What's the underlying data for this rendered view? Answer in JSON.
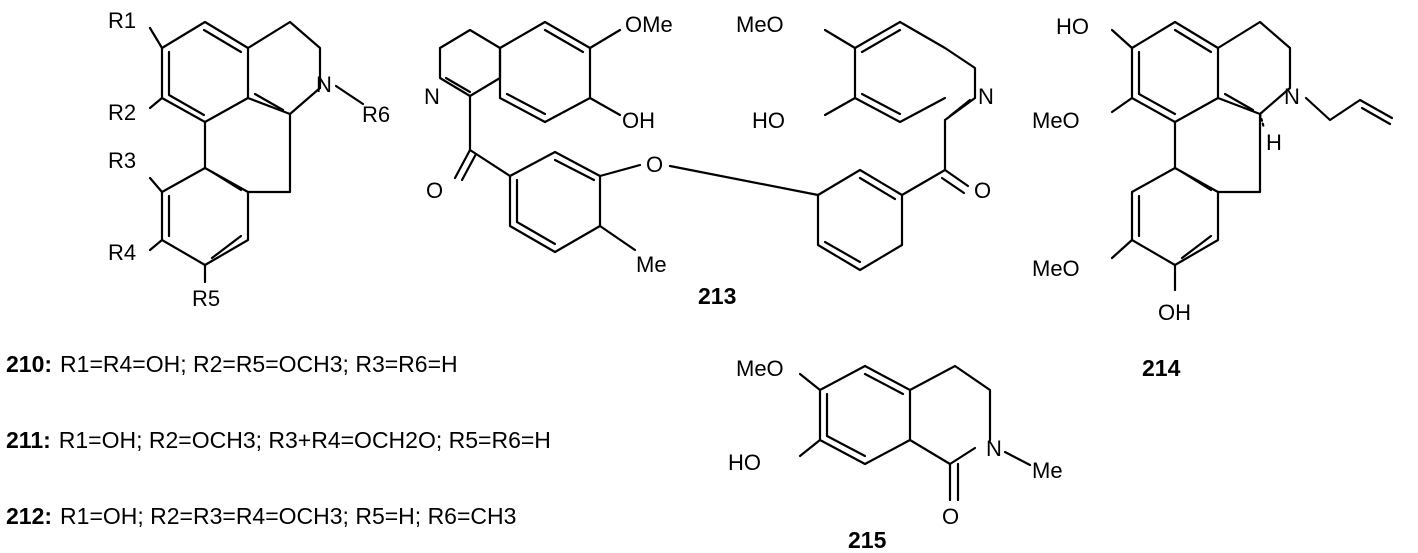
{
  "compounds": {
    "c210_213_scaffold": {
      "labels": {
        "r1": "R1",
        "r2": "R2",
        "r3": "R3",
        "r4": "R4",
        "r5": "R5",
        "r6": "R6",
        "n": "N"
      }
    },
    "c213": {
      "number": "213",
      "labels": {
        "ome_left": "OMe",
        "oh_left": "OH",
        "n_left": "N",
        "o_ketone_left": "O",
        "o_ether": "O",
        "me": "Me",
        "meo_right": "MeO",
        "ho_right": "HO",
        "n_right": "N",
        "o_ketone_right": "O"
      }
    },
    "c214": {
      "number": "214",
      "labels": {
        "ho_top": "HO",
        "meo_1": "MeO",
        "n": "N",
        "h": "H",
        "meo_2": "MeO",
        "oh_bottom": "OH"
      }
    },
    "c215": {
      "number": "215",
      "labels": {
        "meo": "MeO",
        "ho": "HO",
        "n": "N",
        "me": "Me",
        "o": "O"
      }
    }
  },
  "captions": {
    "c210": {
      "number": "210:",
      "text": "R1=R4=OH; R2=R5=OCH3; R3=R6=H"
    },
    "c211": {
      "number": "211:",
      "text": "R1=OH; R2=OCH3; R3+R4=OCH2O; R5=R6=H"
    },
    "c212": {
      "number": "212:",
      "text": "R1=OH; R2=R3=R4=OCH3; R5=H; R6=CH3"
    }
  }
}
